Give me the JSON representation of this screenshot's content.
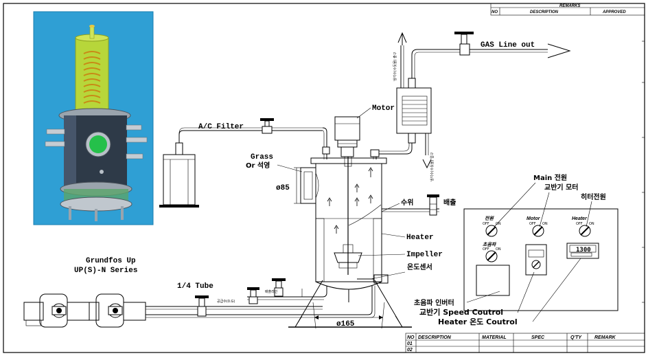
{
  "labels": {
    "gas_line_out": "GAS Line out",
    "motor": "Motor",
    "ac_filter": "A/C Filter",
    "grass": "Grass",
    "or_seokyeong": "Or 석영",
    "dia85": "ø85",
    "suwi": "수위",
    "baechul": "배출",
    "heater": "Heater",
    "impeller": "Impeller",
    "temp_sensor": "온도센서",
    "grundfos1": "Grundfos Up",
    "grundfos2": "UP(S)-N Series",
    "tube": "1/4 Tube",
    "dia165": "ø165",
    "cooling_out": "냉각수(수돗물) 출구",
    "cooling_in": "냉각수(수돗물) 입구",
    "inlet_small": "공급수(0.G)",
    "drain_small": "배출라인",
    "ultrasonic_inverter": "초음파 인버터",
    "stirrer_speed": "교반기 Speed Coutrol",
    "heater_temp": "Heater 온도 Coutrol"
  },
  "panel": {
    "main_power": "Main 전원",
    "stirrer_motor": "교반기 모터",
    "heater_power": "히터전원",
    "sw_power": "전원",
    "sw_motor": "Motor",
    "sw_heater": "Heater",
    "sw_ultra": "초음파",
    "sw_off": "OFF",
    "sw_on": "ON",
    "temp_display": "1300"
  },
  "remarks_table": {
    "title": "REMARKS",
    "headers": [
      "NO",
      "DESCRIPTION",
      "APPROVED"
    ]
  },
  "parts_table": {
    "headers": [
      "NO",
      "DESCRIPTION",
      "MATERIAL",
      "SPEC",
      "Q'TY",
      "REMARK"
    ],
    "rows": [
      "01",
      "02"
    ]
  },
  "colors": {
    "render_bg": "#2f9fd4",
    "render_glass": "#b7d63a",
    "render_body": "#2e3a48",
    "render_window": "#25c04a"
  }
}
